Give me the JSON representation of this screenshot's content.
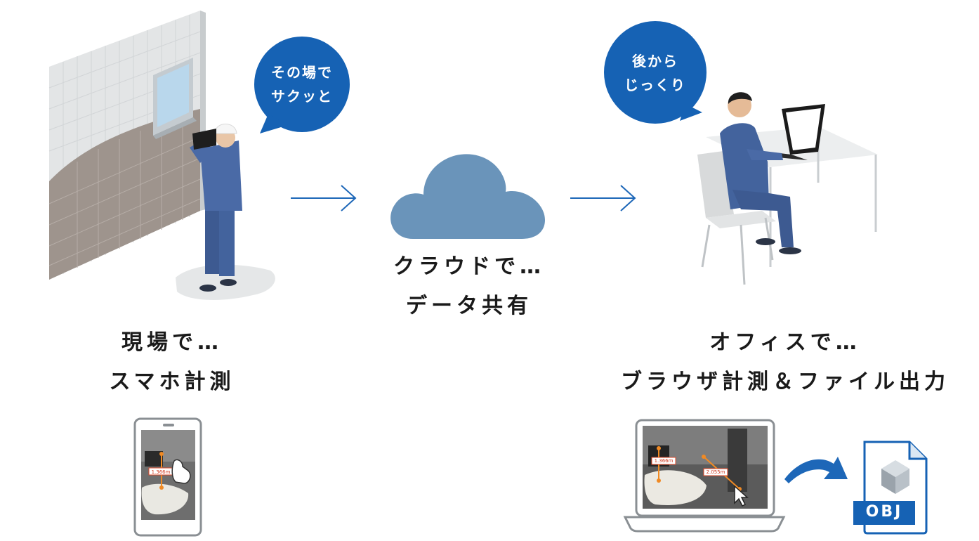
{
  "bubbles": {
    "left": [
      "その場で",
      "サクッと"
    ],
    "right": [
      "後から",
      "じっくり"
    ]
  },
  "captions": {
    "site": [
      "現場で…",
      "スマホ計測"
    ],
    "cloud": [
      "クラウドで…",
      "データ共有"
    ],
    "office": [
      "オフィスで…",
      "ブラウザ計測＆ファイル出力"
    ]
  },
  "measurements": {
    "phone": "1.366m",
    "laptop_1": "1.366m",
    "laptop_2": "2.055m"
  },
  "file_badge": "OBJ",
  "colors": {
    "brand_blue": "#1662b4",
    "arrow_blue": "#1d67b8",
    "cloud": "#6a94ba",
    "suit": "#43639d"
  }
}
